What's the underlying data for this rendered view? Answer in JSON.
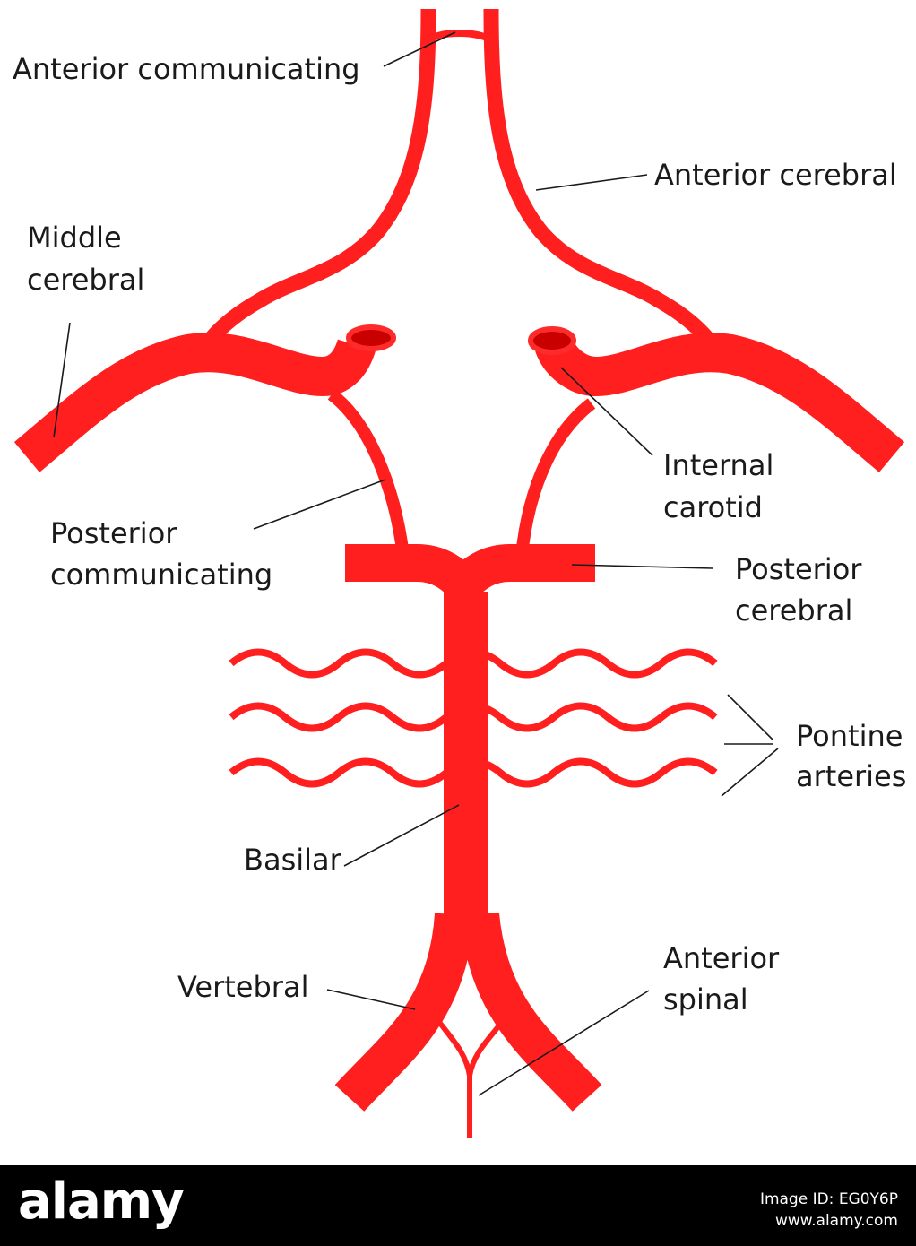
{
  "colors": {
    "artery": "#ff1f1f",
    "artery_dark": "#e00000",
    "text": "#1a1a1a",
    "footer_bg": "#000000"
  },
  "labels": {
    "anterior_communicating": "Anterior communicating",
    "anterior_cerebral": "Anterior cerebral",
    "middle_cerebral": [
      "Middle",
      "cerebral"
    ],
    "internal_carotid": [
      "Internal",
      "carotid"
    ],
    "posterior_communicating": [
      "Posterior",
      "communicating"
    ],
    "posterior_cerebral": [
      "Posterior",
      "cerebral"
    ],
    "pontine_arteries": [
      "Pontine",
      "arteries"
    ],
    "basilar": "Basilar",
    "vertebral": "Vertebral",
    "anterior_spinal": [
      "Anterior",
      "spinal"
    ]
  },
  "footer": {
    "logo": "alamy",
    "image_id": "Image ID: EG0Y6P",
    "url": "www.alamy.com"
  }
}
